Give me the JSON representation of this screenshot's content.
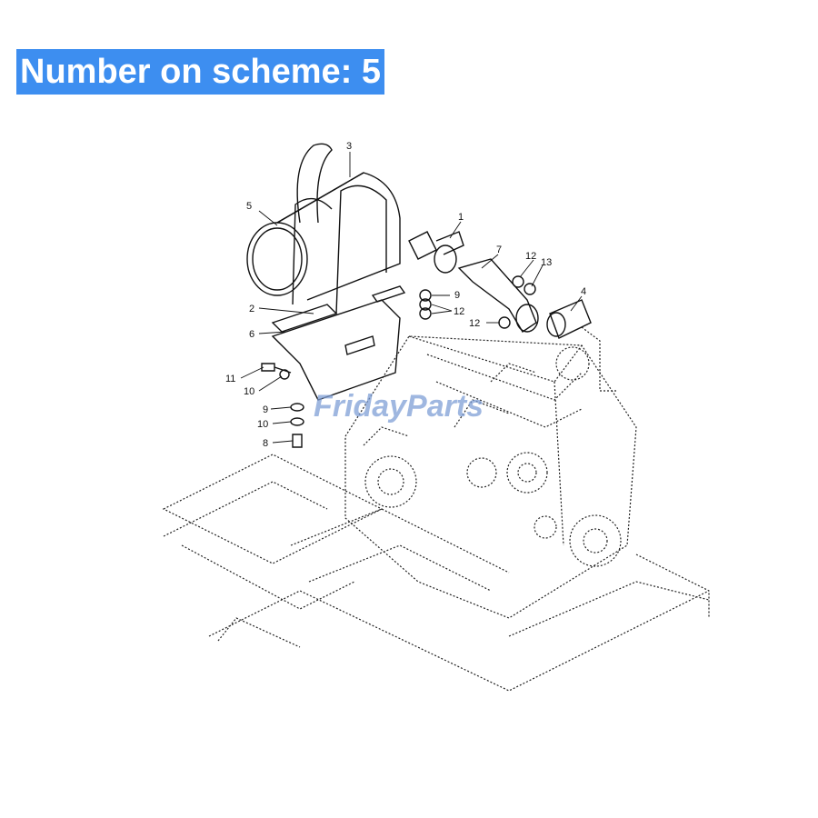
{
  "banner": {
    "text": "Number on scheme: 5"
  },
  "watermark": {
    "text": "FridayParts",
    "color": "#7f9fd6"
  },
  "colors": {
    "banner_bg": "#3d8ef0",
    "banner_text": "#ffffff",
    "line": "#111111"
  },
  "callouts": {
    "c1": "1",
    "c2": "2",
    "c3": "3",
    "c4": "4",
    "c5": "5",
    "c6": "6",
    "c7": "7",
    "c8": "8",
    "c9a": "9",
    "c9b": "9",
    "c10a": "10",
    "c10b": "10",
    "c11": "11",
    "c12a": "12",
    "c12b": "12",
    "c12c": "12",
    "c13": "13"
  }
}
